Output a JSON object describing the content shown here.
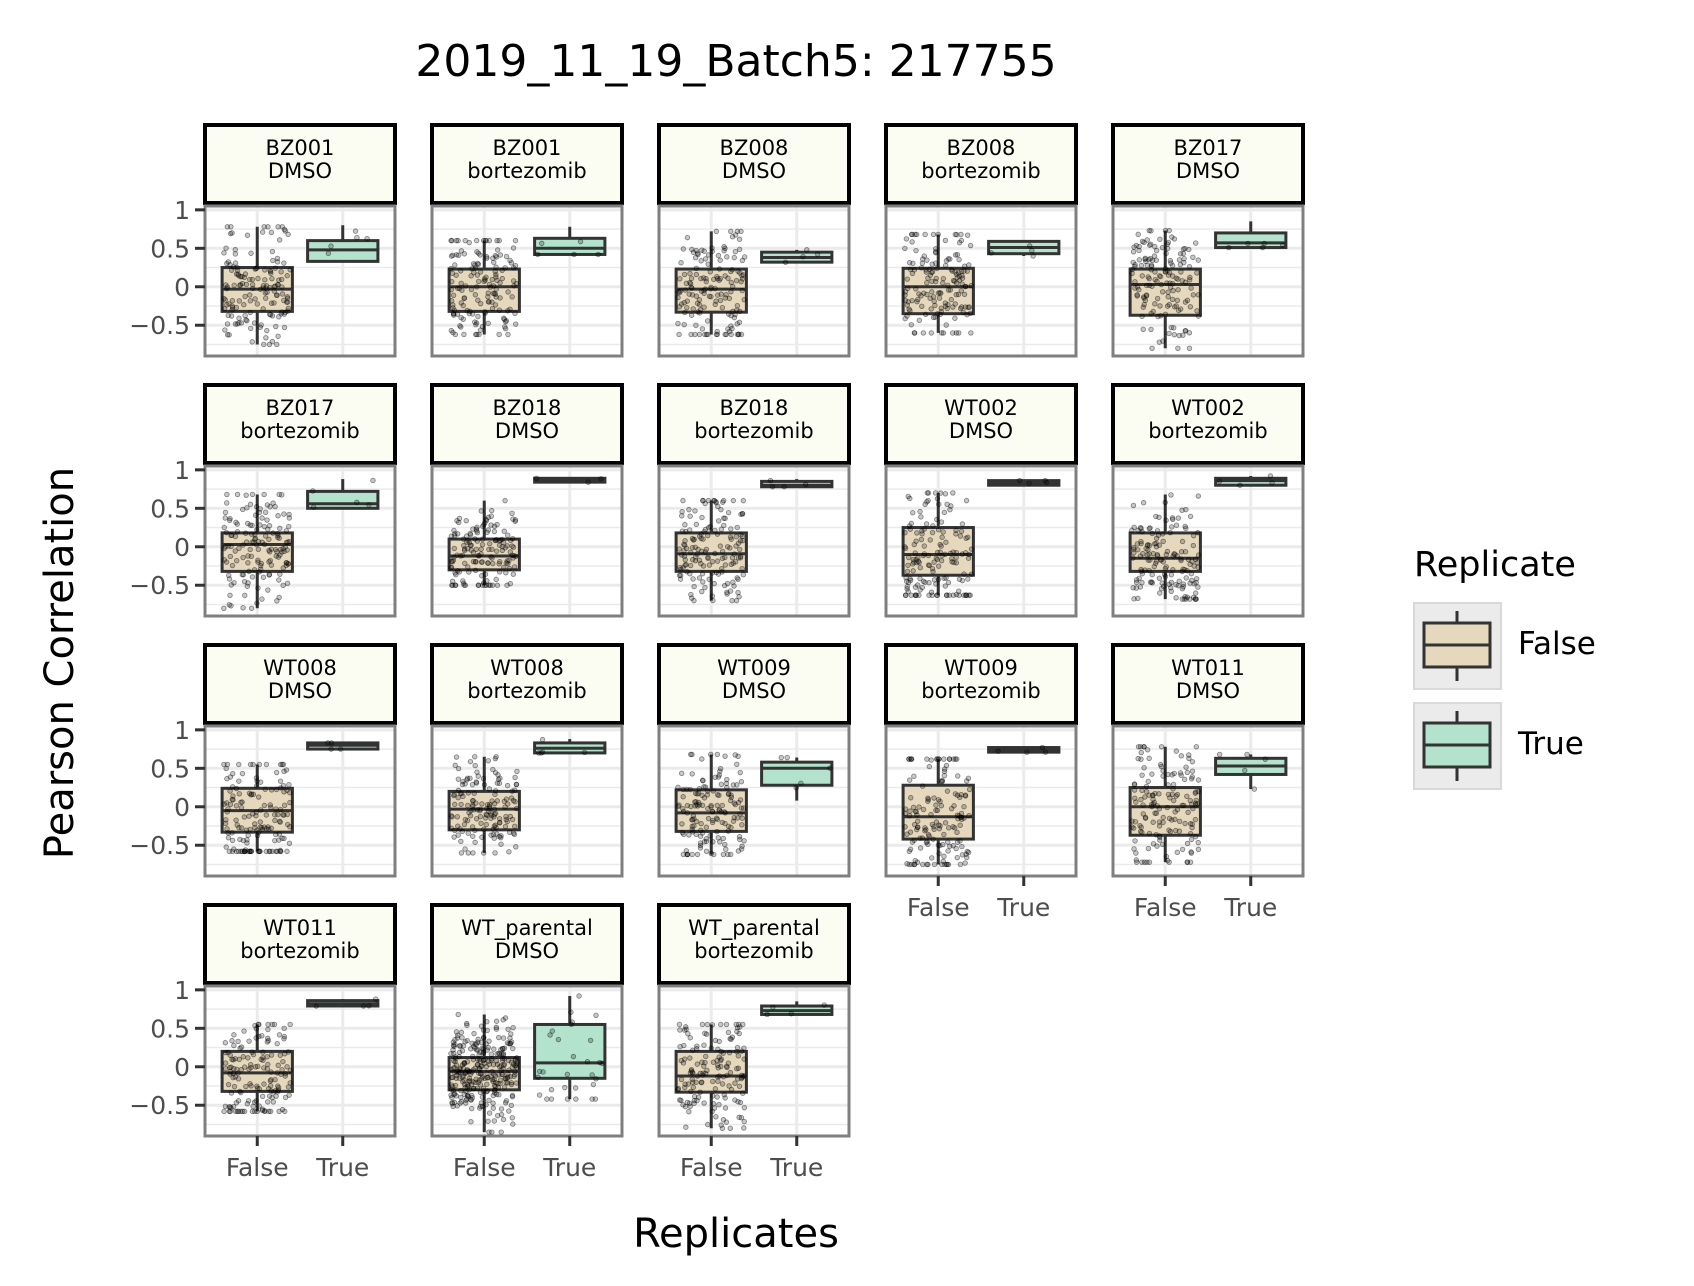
{
  "chart_data": {
    "type": "boxplot",
    "title": "2019_11_19_Batch5: 217755",
    "xlabel": "Replicates",
    "ylabel": "Pearson Correlation",
    "x_categories": [
      "False",
      "True"
    ],
    "yticks": [
      {
        "value": 1,
        "label": "1"
      },
      {
        "value": 0.5,
        "label": "0.5"
      },
      {
        "value": 0,
        "label": "0"
      },
      {
        "value": -0.5,
        "label": "−0.5"
      }
    ],
    "ylim": [
      -0.9,
      1.05
    ],
    "legend": {
      "title": "Replicate",
      "position": "right",
      "items": [
        {
          "label": "False",
          "color": "#e5d8bd"
        },
        {
          "label": "True",
          "color": "#b3e2cd"
        }
      ]
    },
    "colors": {
      "strip_fill": "#fbfdf3",
      "panel_bg": "#ffffff",
      "grid": "#ebebeb",
      "box_line": "#333333",
      "points": "#000000"
    },
    "panels": [
      {
        "cell_line": "BZ001",
        "treatment": "DMSO",
        "boxes": {
          "False": {
            "whisker_low": -0.75,
            "q1": -0.32,
            "median": -0.03,
            "q3": 0.25,
            "whisker_high": 0.78,
            "n": 150
          },
          "True": {
            "whisker_low": 0.33,
            "q1": 0.33,
            "median": 0.48,
            "q3": 0.6,
            "whisker_high": 0.8,
            "n": 5
          }
        }
      },
      {
        "cell_line": "BZ001",
        "treatment": "bortezomib",
        "boxes": {
          "False": {
            "whisker_low": -0.62,
            "q1": -0.32,
            "median": 0.0,
            "q3": 0.23,
            "whisker_high": 0.6,
            "n": 150
          },
          "True": {
            "whisker_low": 0.42,
            "q1": 0.42,
            "median": 0.5,
            "q3": 0.63,
            "whisker_high": 0.78,
            "n": 5
          }
        }
      },
      {
        "cell_line": "BZ008",
        "treatment": "DMSO",
        "boxes": {
          "False": {
            "whisker_low": -0.62,
            "q1": -0.33,
            "median": -0.03,
            "q3": 0.23,
            "whisker_high": 0.72,
            "n": 150
          },
          "True": {
            "whisker_low": 0.32,
            "q1": 0.32,
            "median": 0.38,
            "q3": 0.45,
            "whisker_high": 0.48,
            "n": 4
          }
        }
      },
      {
        "cell_line": "BZ008",
        "treatment": "bortezomib",
        "boxes": {
          "False": {
            "whisker_low": -0.6,
            "q1": -0.35,
            "median": 0.0,
            "q3": 0.24,
            "whisker_high": 0.68,
            "n": 150
          },
          "True": {
            "whisker_low": 0.4,
            "q1": 0.43,
            "median": 0.51,
            "q3": 0.59,
            "whisker_high": 0.6,
            "n": 4
          }
        }
      },
      {
        "cell_line": "BZ017",
        "treatment": "DMSO",
        "boxes": {
          "False": {
            "whisker_low": -0.8,
            "q1": -0.37,
            "median": 0.03,
            "q3": 0.23,
            "whisker_high": 0.73,
            "n": 150
          },
          "True": {
            "whisker_low": 0.51,
            "q1": 0.51,
            "median": 0.57,
            "q3": 0.7,
            "whisker_high": 0.85,
            "n": 5
          }
        }
      },
      {
        "cell_line": "BZ017",
        "treatment": "bortezomib",
        "boxes": {
          "False": {
            "whisker_low": -0.8,
            "q1": -0.32,
            "median": 0.03,
            "q3": 0.18,
            "whisker_high": 0.68,
            "n": 150
          },
          "True": {
            "whisker_low": 0.5,
            "q1": 0.5,
            "median": 0.56,
            "q3": 0.72,
            "whisker_high": 0.88,
            "n": 5
          }
        }
      },
      {
        "cell_line": "BZ018",
        "treatment": "DMSO",
        "boxes": {
          "False": {
            "whisker_low": -0.5,
            "q1": -0.3,
            "median": -0.12,
            "q3": 0.1,
            "whisker_high": 0.6,
            "n": 150
          },
          "True": {
            "whisker_low": 0.84,
            "q1": 0.84,
            "median": 0.87,
            "q3": 0.89,
            "whisker_high": 0.89,
            "n": 3
          }
        }
      },
      {
        "cell_line": "BZ018",
        "treatment": "bortezomib",
        "boxes": {
          "False": {
            "whisker_low": -0.7,
            "q1": -0.32,
            "median": -0.09,
            "q3": 0.18,
            "whisker_high": 0.6,
            "n": 150
          },
          "True": {
            "whisker_low": 0.78,
            "q1": 0.78,
            "median": 0.8,
            "q3": 0.85,
            "whisker_high": 0.88,
            "n": 4
          }
        }
      },
      {
        "cell_line": "WT002",
        "treatment": "DMSO",
        "boxes": {
          "False": {
            "whisker_low": -0.63,
            "q1": -0.37,
            "median": -0.1,
            "q3": 0.25,
            "whisker_high": 0.7,
            "n": 150
          },
          "True": {
            "whisker_low": 0.8,
            "q1": 0.8,
            "median": 0.83,
            "q3": 0.86,
            "whisker_high": 0.86,
            "n": 4
          }
        }
      },
      {
        "cell_line": "WT002",
        "treatment": "bortezomib",
        "boxes": {
          "False": {
            "whisker_low": -0.68,
            "q1": -0.32,
            "median": -0.15,
            "q3": 0.18,
            "whisker_high": 0.68,
            "n": 150
          },
          "True": {
            "whisker_low": 0.8,
            "q1": 0.8,
            "median": 0.86,
            "q3": 0.89,
            "whisker_high": 0.92,
            "n": 4
          }
        }
      },
      {
        "cell_line": "WT008",
        "treatment": "DMSO",
        "boxes": {
          "False": {
            "whisker_low": -0.58,
            "q1": -0.33,
            "median": -0.05,
            "q3": 0.24,
            "whisker_high": 0.55,
            "n": 150
          },
          "True": {
            "whisker_low": 0.75,
            "q1": 0.75,
            "median": 0.8,
            "q3": 0.83,
            "whisker_high": 0.83,
            "n": 4
          }
        }
      },
      {
        "cell_line": "WT008",
        "treatment": "bortezomib",
        "boxes": {
          "False": {
            "whisker_low": -0.6,
            "q1": -0.3,
            "median": -0.03,
            "q3": 0.2,
            "whisker_high": 0.65,
            "n": 150
          },
          "True": {
            "whisker_low": 0.7,
            "q1": 0.7,
            "median": 0.76,
            "q3": 0.83,
            "whisker_high": 0.88,
            "n": 5
          }
        }
      },
      {
        "cell_line": "WT009",
        "treatment": "DMSO",
        "boxes": {
          "False": {
            "whisker_low": -0.62,
            "q1": -0.32,
            "median": -0.08,
            "q3": 0.22,
            "whisker_high": 0.68,
            "n": 150
          },
          "True": {
            "whisker_low": 0.08,
            "q1": 0.28,
            "median": 0.5,
            "q3": 0.58,
            "whisker_high": 0.64,
            "n": 5
          }
        }
      },
      {
        "cell_line": "WT009",
        "treatment": "bortezomib",
        "boxes": {
          "False": {
            "whisker_low": -0.75,
            "q1": -0.42,
            "median": -0.13,
            "q3": 0.28,
            "whisker_high": 0.62,
            "n": 150
          },
          "True": {
            "whisker_low": 0.71,
            "q1": 0.71,
            "median": 0.74,
            "q3": 0.77,
            "whisker_high": 0.77,
            "n": 4
          }
        }
      },
      {
        "cell_line": "WT011",
        "treatment": "DMSO",
        "boxes": {
          "False": {
            "whisker_low": -0.72,
            "q1": -0.37,
            "median": 0.0,
            "q3": 0.25,
            "whisker_high": 0.78,
            "n": 150
          },
          "True": {
            "whisker_low": 0.23,
            "q1": 0.42,
            "median": 0.53,
            "q3": 0.63,
            "whisker_high": 0.68,
            "n": 5
          }
        }
      },
      {
        "cell_line": "WT011",
        "treatment": "bortezomib",
        "boxes": {
          "False": {
            "whisker_low": -0.58,
            "q1": -0.32,
            "median": -0.08,
            "q3": 0.2,
            "whisker_high": 0.55,
            "n": 150
          },
          "True": {
            "whisker_low": 0.79,
            "q1": 0.79,
            "median": 0.82,
            "q3": 0.86,
            "whisker_high": 0.88,
            "n": 4
          }
        }
      },
      {
        "cell_line": "WT_parental",
        "treatment": "DMSO",
        "boxes": {
          "False": {
            "whisker_low": -0.85,
            "q1": -0.3,
            "median": -0.06,
            "q3": 0.12,
            "whisker_high": 0.68,
            "n": 300
          },
          "True": {
            "whisker_low": -0.42,
            "q1": -0.15,
            "median": 0.05,
            "q3": 0.55,
            "whisker_high": 0.92,
            "n": 30
          }
        }
      },
      {
        "cell_line": "WT_parental",
        "treatment": "bortezomib",
        "boxes": {
          "False": {
            "whisker_low": -0.8,
            "q1": -0.33,
            "median": -0.12,
            "q3": 0.2,
            "whisker_high": 0.55,
            "n": 150
          },
          "True": {
            "whisker_low": 0.68,
            "q1": 0.68,
            "median": 0.73,
            "q3": 0.79,
            "whisker_high": 0.85,
            "n": 4
          }
        }
      }
    ]
  }
}
